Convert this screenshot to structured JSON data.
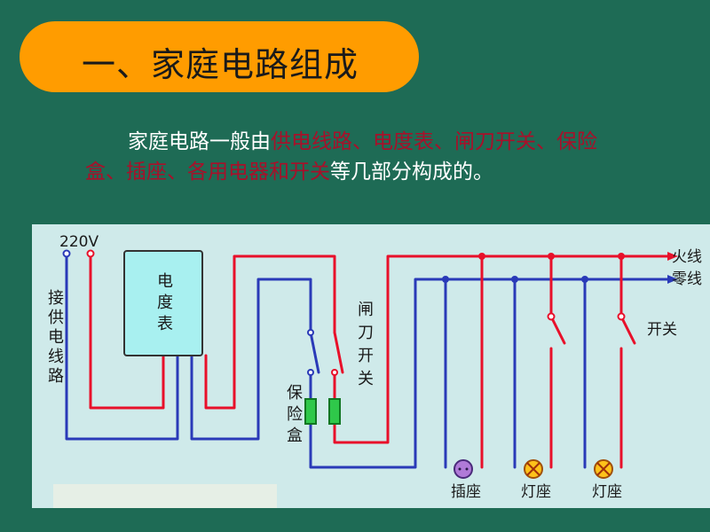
{
  "title": "一、家庭电路组成",
  "intro": {
    "prefix": "家庭电路一般由",
    "highlight": "供电线路、电度表、闸刀开关、保险盒、插座、各用电器和开关",
    "suffix": "等几部分构成的。"
  },
  "diagram": {
    "voltage": "220V",
    "supply_label": "接供电线路",
    "meter_label": "电度表",
    "knife_switch_label": "闸刀开关",
    "fuse_box_label": "保险盒",
    "live_wire_label": "火线",
    "neutral_wire_label": "零线",
    "switch_label": "开关",
    "socket_label": "插座",
    "lamp1_label": "灯座",
    "lamp2_label": "灯座"
  },
  "colors": {
    "background": "#1e6b55",
    "banner": "#ff9c00",
    "highlight": "#a8102a",
    "live_wire": "#e8102a",
    "neutral_wire": "#2a3ab8",
    "meter_fill": "#a8f0f0",
    "fuse_fill": "#2fc84a",
    "diagram_bg": "#cfeaea"
  }
}
